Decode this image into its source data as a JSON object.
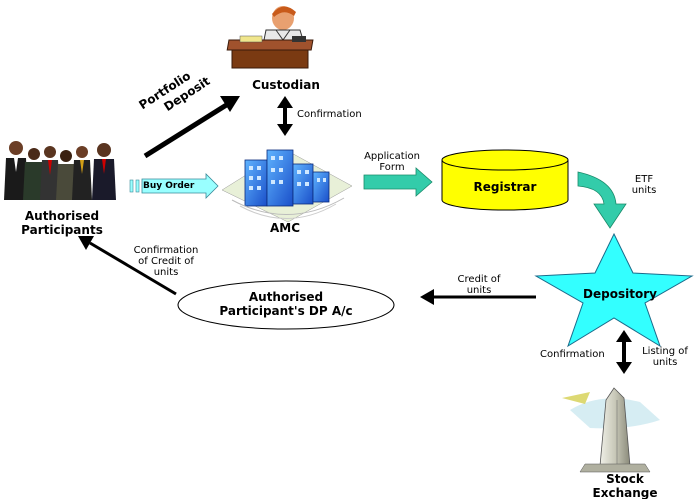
{
  "nodes": {
    "custodian": "Custodian",
    "authorised_participants_line1": "Authorised",
    "authorised_participants_line2": "Participants",
    "amc": "AMC",
    "registrar": "Registrar",
    "depository": "Depository",
    "ap_dp_line1": "Authorised",
    "ap_dp_line2": "Participant's DP A/c",
    "stock_exchange_line1": "Stock",
    "stock_exchange_line2": "Exchange"
  },
  "edges": {
    "portfolio_deposit_line1": "Portfolio",
    "portfolio_deposit_line2": "Deposit",
    "custodian_confirmation": "Confirmation",
    "buy_order": "Buy Order",
    "application_form_line1": "Application",
    "application_form_line2": "Form",
    "etf_units_line1": "ETF",
    "etf_units_line2": "units",
    "credit_of_units_line1": "Credit of",
    "credit_of_units_line2": "units",
    "confirmation_credit_line1": "Confirmation",
    "confirmation_credit_line2": "of Credit of",
    "confirmation_credit_line3": "units",
    "exchange_confirmation": "Confirmation",
    "listing_of_units_line1": "Listing of",
    "listing_of_units_line2": "units"
  },
  "colors": {
    "registrar_fill": "#ffff00",
    "depository_fill": "#33ffff",
    "teal_arrow": "#33ccaa",
    "buy_order_arrow": "#99ffff"
  }
}
